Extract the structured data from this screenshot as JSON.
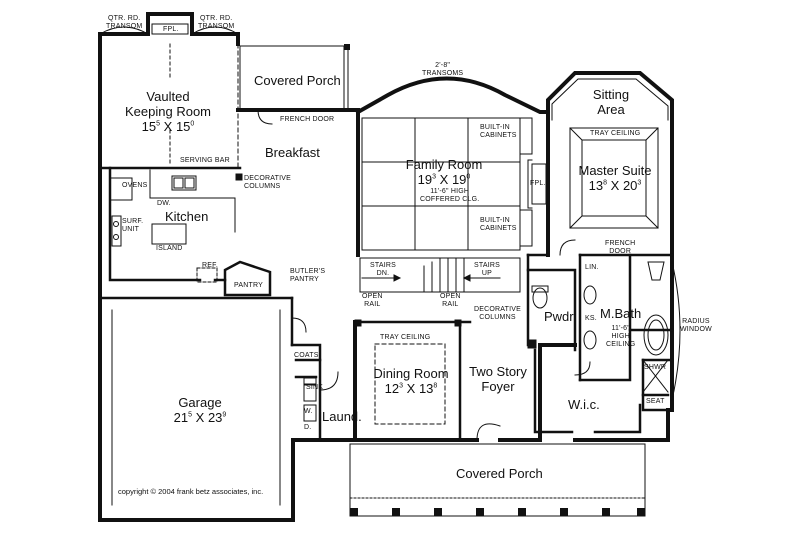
{
  "rooms": {
    "keeping_room": {
      "name1": "Vaulted",
      "name2": "Keeping Room",
      "dim_a": "15",
      "sup_a": "5",
      "dim_b": "15",
      "sup_b": "0"
    },
    "covered_porch_top": "Covered Porch",
    "breakfast": "Breakfast",
    "kitchen": "Kitchen",
    "family_room": {
      "name": "Family Room",
      "dim_a": "19",
      "sup_a": "3",
      "dim_b": "19",
      "sup_b": "0"
    },
    "sitting_area": {
      "line1": "Sitting",
      "line2": "Area"
    },
    "master_suite": {
      "name": "Master Suite",
      "dim_a": "13",
      "sup_a": "8",
      "dim_b": "20",
      "sup_b": "3"
    },
    "powder": "Pwdr.",
    "master_bath": "M.Bath",
    "garage": {
      "name": "Garage",
      "dim_a": "21",
      "sup_a": "5",
      "dim_b": "23",
      "sup_b": "9"
    },
    "dining_room": {
      "name": "Dining Room",
      "dim_a": "12",
      "sup_a": "3",
      "dim_b": "13",
      "sup_b": "8"
    },
    "foyer": {
      "line1": "Two Story",
      "line2": "Foyer"
    },
    "laundry": "Laund.",
    "wic": "W.i.c.",
    "covered_porch_bottom": "Covered Porch"
  },
  "notes": {
    "qtr_left": [
      "QTR. RD.",
      "TRANSOM"
    ],
    "qtr_right": [
      "QTR. RD.",
      "TRANSOM"
    ],
    "fpl_top": "FPL.",
    "french_door_top": "FRENCH DOOR",
    "transoms": [
      "2'-8\"",
      "TRANSOMS"
    ],
    "serving_bar": "SERVING BAR",
    "decorative_columns_kitchen": [
      "DECORATIVE",
      "COLUMNS"
    ],
    "ovens": "OVENS",
    "dw": "DW.",
    "surf_unit": [
      "SURF.",
      "UNIT"
    ],
    "island": "ISLAND",
    "ref": "REF.",
    "pantry": "PANTRY",
    "butlers_pantry": [
      "BUTLER'S",
      "PANTRY"
    ],
    "built_in_top": [
      "BUILT-IN",
      "CABINETS"
    ],
    "built_in_bottom": [
      "BUILT-IN",
      "CABINETS"
    ],
    "fpl_family": "FPL.",
    "coffered": [
      "11'-6\" HIGH",
      "COFFERED CLG."
    ],
    "tray_ceiling_master": "TRAY CEILING",
    "french_door_master": [
      "FRENCH",
      "DOOR"
    ],
    "lin": "LIN.",
    "ks": "KS.",
    "high_ceiling": [
      "11'-6\"",
      "HIGH",
      "CEILING"
    ],
    "radius_window": [
      "RADIUS",
      "WINDOW"
    ],
    "shwr": "SHWR",
    "seat": "SEAT",
    "stairs_dn": [
      "STAIRS",
      "DN."
    ],
    "stairs_up": [
      "STAIRS",
      "UP"
    ],
    "open_rail_left": [
      "OPEN",
      "RAIL"
    ],
    "open_rail_right": [
      "OPEN",
      "RAIL"
    ],
    "decorative_columns_foyer": [
      "DECORATIVE",
      "COLUMNS"
    ],
    "tray_ceiling_dining": "TRAY CEILING",
    "coats": "COATS",
    "sink": "SINK",
    "w": "W.",
    "d": "D."
  },
  "copyright": "copyright © 2004 frank betz associates, inc."
}
